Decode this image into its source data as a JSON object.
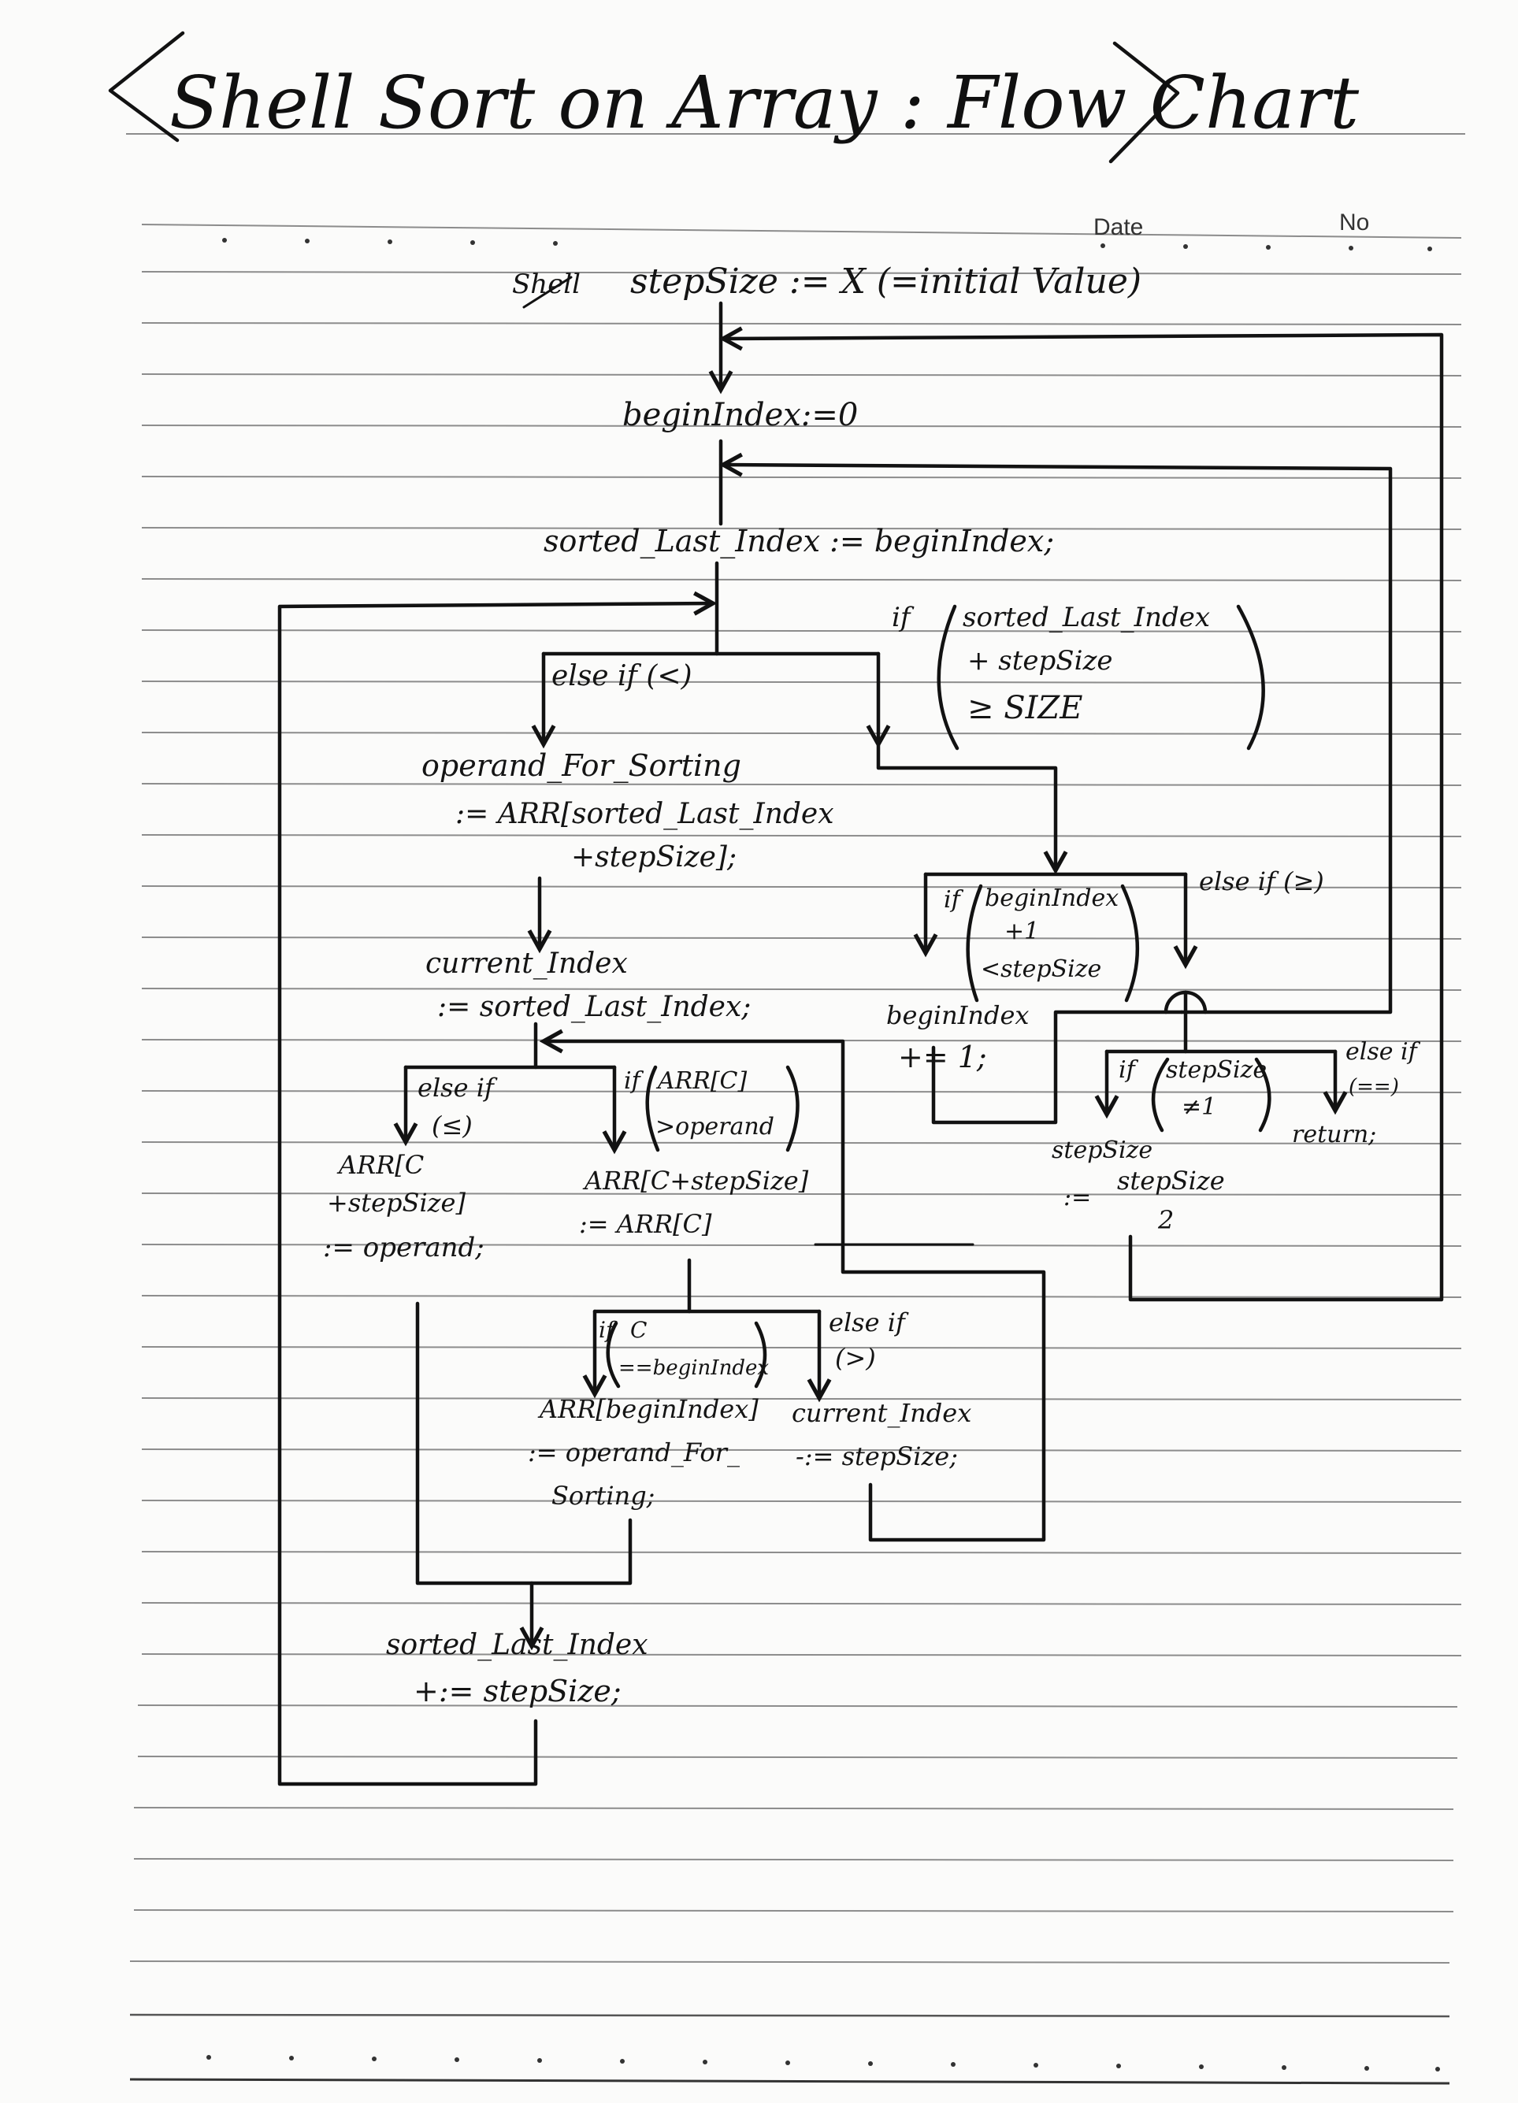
{
  "title": "Shell Sort on Array : Flow Chart",
  "header": {
    "date_label": "Date",
    "no_label": "No"
  },
  "nodes": {
    "init_struck": "Shell",
    "init": "stepSize := X (=initial Value)",
    "begin_index": "beginIndex:=0",
    "sorted_last": "sorted_Last_Index := beginIndex;",
    "operand_1": "operand_For_Sorting",
    "operand_2": ":= ARR[sorted_Last_Index",
    "operand_3": "+stepSize];",
    "current_1": "current_Index",
    "current_2": ":= sorted_Last_Index;",
    "assign_operand_1": "ARR[C",
    "assign_operand_2": "+stepSize]",
    "assign_operand_3": ":= operand;",
    "shift_1": "ARR[C+stepSize]",
    "shift_2": ":= ARR[C]",
    "assign_begin_1": "ARR[beginIndex]",
    "assign_begin_2": ":= operand_For_",
    "assign_begin_3": "Sorting;",
    "dec_current_1": "current_Index",
    "dec_current_2": "-:= stepSize;",
    "inc_sorted_1": "sorted_Last_Index",
    "inc_sorted_2": "+:= stepSize;",
    "inc_begin_1": "beginIndex",
    "inc_begin_2": "+= 1;",
    "halve_1": "stepSize",
    "halve_2": ":=",
    "halve_num": "stepSize",
    "halve_den": "2",
    "return": "return;"
  },
  "conditions": {
    "c1_if_1": "if",
    "c1_if_2": "sorted_Last_Index",
    "c1_if_3": "+ stepSize",
    "c1_if_4": "≥ SIZE",
    "c1_else": "else if (<)",
    "c2_if_1": "if",
    "c2_if_2": "beginIndex",
    "c2_if_3": "+1",
    "c2_if_4": "<stepSize",
    "c2_else": "else if (≥)",
    "c3_if_1": "if",
    "c3_if_2": "stepSize",
    "c3_if_3": "≠1",
    "c3_else_1": "else if",
    "c3_else_2": "(==)",
    "c4_if_1": "if",
    "c4_if_2": "ARR[C]",
    "c4_if_3": ">operand",
    "c4_else_1": "else if",
    "c4_else_2": "(≤)",
    "c5_if_1": "if",
    "c5_if_2": "C",
    "c5_if_3": "==beginIndex",
    "c5_else_1": "else if",
    "c5_else_2": "(>)"
  }
}
